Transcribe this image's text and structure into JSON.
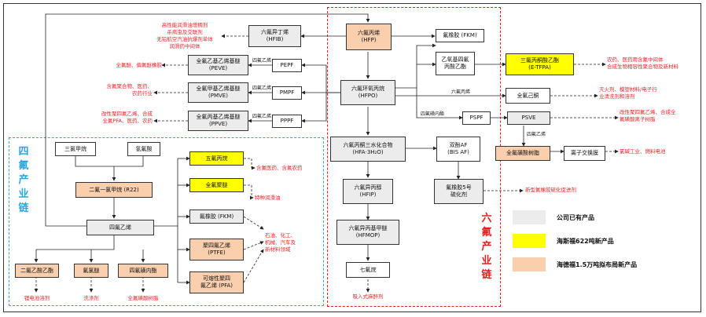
{
  "nodes": {
    "liufu_dingxi": "六氟异丁烯\n(HFIB)",
    "pepf_node": "PEPF",
    "pmpf_node": "PMPF",
    "pppf_node": "PPPF",
    "peve": "全氟乙基乙烯基醚\n(PEVE)",
    "pmve": "全氟甲基乙烯基醚\n(PMVE)",
    "ppve": "全氟丙基乙烯基醚\n(PPVE)",
    "hfp": "六氟丙烯\n(HFP)",
    "hfpo": "六氟环氧丙烷\n(HFPO)",
    "fkm_top": "氟橡胶 (FKM)",
    "yixi_node": "乙氧基四氟\n丙酸乙酯",
    "e_tfpa": "三氟丙酮酸乙酯\n(E-TFPA)",
    "quanfu_yitong": "全氟己酮",
    "pspf": "PSPF",
    "psve": "PSVE",
    "quanfu_huangsuan": "全氟磺酸树脂",
    "ion_exchange": "离子交换膜",
    "hfa": "六氟丙酮三水化合物\n(HFA·3H₂O)",
    "bisaf": "双酚AF\n(BIS AF)",
    "fx5": "氟橡胶5号\n硫化剂",
    "hfip": "六氟异丙醇\n(HFIP)",
    "hfmop": "六氟异丙基甲醚\n(HFMOP)",
    "qifuwan": "七氟烷",
    "chcl3": "三氯甲烷",
    "hf": "氢氟酸",
    "r22": "二氟一氯甲烷 (R22)",
    "tfe": "四氟乙烯",
    "wufubing": "五氟丙烷",
    "quanfu_jumi": "全氟聚醚",
    "fkm_bottom": "氟橡胶 (FKM)",
    "ptfe": "聚四氟乙烯\n(PTFE)",
    "pfa": "可熔性聚四\n氟乙烯 (PFA)",
    "erfu_yisuan": "二氟乙酸乙酯",
    "fumi": "氟氯醚",
    "sifu_huangxi": "四氟磺内酯"
  },
  "notes": {
    "hfib_uses": "高性能润滑油增稠剂\n杀病虫及交联剂\n无铅航空汽油抗爆剂单体\n润滑药中间体",
    "peve_uses": "全氟醚、偏氟醚橡胶",
    "pmve_uses": "含氟聚合物、医药、\n农药行业",
    "ppve_uses": "改性聚四氟乙烯、合成\n全氟PFA、医药、农药",
    "etfpa_uses": "农药、医药用含氟中间体\n合成生物相容性聚合物及新材料",
    "ketone_uses": "灭火剂、模塑材料/电子行\n业清洗剂和溶剂",
    "psve_uses": "改性聚四氟乙烯、合成全\n氟磺酸离子树脂",
    "ion_uses": "氯碱工业、燃料电池",
    "fx5_uses": "新型氟橡胶硫化促进剂",
    "sevo_uses": "吸入式麻醉剂",
    "pentane_uses": "含氟医药、含氟农药",
    "pfpe_uses": "特种润滑油",
    "industry_uses": "石油、化工、\n机械、汽车及\n新材料领域",
    "battery_uses": "锂电池溶剂",
    "cleaner_uses": "洗涤剂",
    "resin_uses": "全氟磺酸树脂"
  },
  "edge_labels": {
    "tfe_peve": "四氟乙烯",
    "tfe_pmve": "四氟乙烯",
    "tfe_ppve": "四氟乙烯",
    "hfpo_psve": "四氟磺内酯",
    "hfpo_ketone": "六氟丙烯",
    "psve_tfe": "四氟乙烯"
  },
  "titles": {
    "left": "四\n氟\n产\n业\n链",
    "right": "六\n氟\n产\n业\n链"
  },
  "legend": [
    {
      "label": "公司已有产品",
      "color": "#ececec"
    },
    {
      "label": "海斯福622吨新产品",
      "color": "#ffff00"
    },
    {
      "label": "海德福1.5万吨拟布局新产品",
      "color": "#f9cfae"
    }
  ],
  "colors": {
    "note_red": "#e8262a",
    "left_border": "#2ba6e0",
    "right_border": "#e02020"
  }
}
